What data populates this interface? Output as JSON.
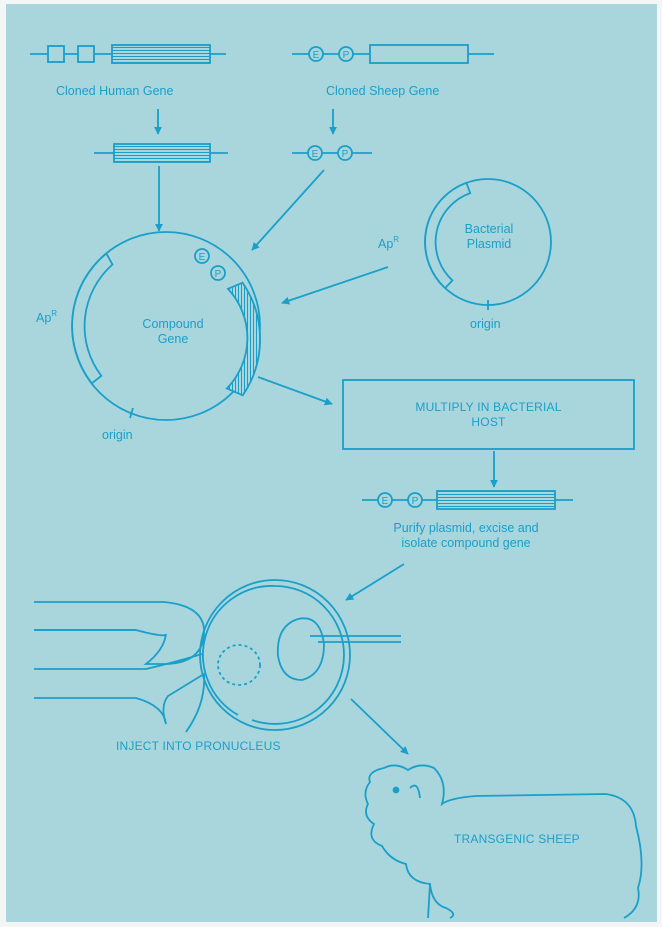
{
  "labels": {
    "human_gene": "Cloned Human Gene",
    "sheep_gene": "Cloned Sheep Gene",
    "bacterial_plasmid": "Bacterial\nPlasmid",
    "apr_right": "Ap",
    "apr_right_sup": "R",
    "origin_right": "origin",
    "apr_left": "Ap",
    "apr_left_sup": "R",
    "compound_gene": "Compound\nGene",
    "origin_left": "origin",
    "multiply": "MULTIPLY IN BACTERIAL\nHOST",
    "purify": "Purify plasmid, excise and\nisolate compound gene",
    "inject": "INJECT INTO PRONUCLEUS",
    "transgenic_sheep": "TRANSGENIC SHEEP",
    "enhancer_letter": "E",
    "promoter_letter": "P"
  },
  "colors": {
    "background": "#a9d6dd",
    "ink": "#1a9fc9",
    "page": "#f4f6f6"
  }
}
